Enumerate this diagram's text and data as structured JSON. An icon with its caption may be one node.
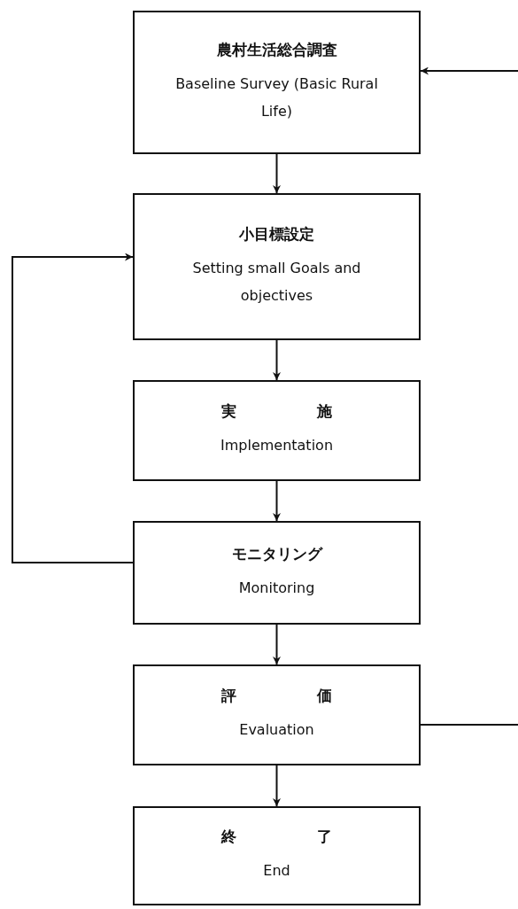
{
  "diagram": {
    "nodes": [
      {
        "text": [
          "農村生活総合調査",
          "Baseline Survey (Basic Rural Life)"
        ]
      },
      {
        "text": [
          "小目標設定",
          "Setting small Goals and objectives"
        ]
      },
      {
        "text": [
          "実 施",
          "Implementation"
        ]
      },
      {
        "text": [
          "モニタリング",
          "Monitoring"
        ]
      },
      {
        "text": [
          "評 価",
          "Evaluation"
        ]
      },
      {
        "text": [
          "終 了",
          "End"
        ]
      }
    ],
    "edges": [
      {
        "from": 0,
        "to": 1,
        "arrow": "to"
      },
      {
        "from": 1,
        "to": 2,
        "arrow": "to"
      },
      {
        "from": 2,
        "to": 3,
        "arrow": "to"
      },
      {
        "from": 3,
        "to": 4,
        "arrow": "to"
      },
      {
        "from": 4,
        "to": 5,
        "arrow": "to"
      },
      {
        "from": 3,
        "to": 1,
        "arrow": "to"
      },
      {
        "from": 4,
        "to": null,
        "arrow": "none"
      },
      {
        "from": null,
        "to": 0,
        "arrow": "to"
      }
    ]
  }
}
